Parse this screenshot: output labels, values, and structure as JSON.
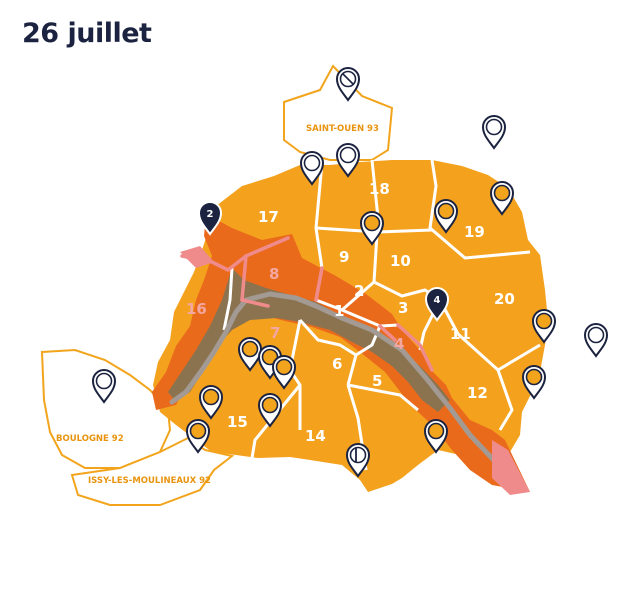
{
  "title": "26 juillet",
  "colors": {
    "paris": "#f4a21e",
    "zone": "#ea6a1c",
    "river_zone": "#8b7350",
    "bridge_line": "#ef8b8b",
    "seine": "#a39a94",
    "commune_outline": "#f2a51c",
    "pin_outline": "#1b2340",
    "pin_fill_active": "#f2a51c",
    "pin_fill_numbered": "#1b2340"
  },
  "map": {
    "arrondissements": [
      "1",
      "2",
      "3",
      "4",
      "5",
      "6",
      "7",
      "8",
      "9",
      "10",
      "11",
      "12",
      "14",
      "15",
      "16",
      "17",
      "18",
      "19",
      "20"
    ],
    "communes": [
      "SAINT-OUEN 93",
      "BOULOGNE 92",
      "ISSY-LES-MOULINEAUX 92"
    ],
    "pins": [
      {
        "icon": "map-pin-icon",
        "variant": "crossed"
      },
      {
        "icon": "map-pin-icon",
        "variant": "empty"
      },
      {
        "icon": "map-pin-icon",
        "variant": "empty"
      },
      {
        "icon": "map-pin-icon",
        "variant": "empty"
      },
      {
        "icon": "map-pin-icon",
        "variant": "numbered",
        "label": "2"
      },
      {
        "icon": "map-pin-icon",
        "variant": "filled"
      },
      {
        "icon": "map-pin-icon",
        "variant": "filled"
      },
      {
        "icon": "map-pin-icon",
        "variant": "filled"
      },
      {
        "icon": "map-pin-icon",
        "variant": "numbered",
        "label": "4"
      },
      {
        "icon": "map-pin-icon",
        "variant": "filled"
      },
      {
        "icon": "map-pin-icon",
        "variant": "empty"
      },
      {
        "icon": "map-pin-icon",
        "variant": "filled"
      },
      {
        "icon": "map-pin-icon",
        "variant": "filled"
      },
      {
        "icon": "map-pin-icon",
        "variant": "filled"
      },
      {
        "icon": "map-pin-icon",
        "variant": "filled"
      },
      {
        "icon": "map-pin-icon",
        "variant": "filled"
      },
      {
        "icon": "map-pin-icon",
        "variant": "filled"
      },
      {
        "icon": "map-pin-icon",
        "variant": "filled"
      },
      {
        "icon": "map-pin-icon",
        "variant": "crossed"
      },
      {
        "icon": "map-pin-icon",
        "variant": "empty"
      },
      {
        "icon": "map-pin-icon",
        "variant": "filled"
      }
    ]
  }
}
